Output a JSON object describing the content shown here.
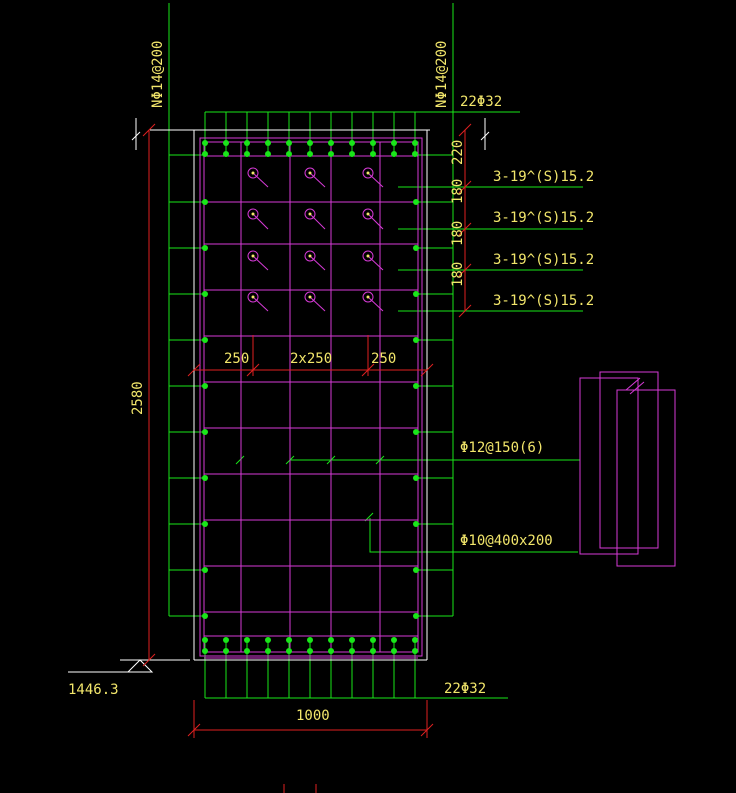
{
  "drawing": {
    "colors": {
      "background": "#000000",
      "concrete_outline": "#ffffff",
      "longitudinal_bar": "#19e619",
      "stirrup": "#d63ad6",
      "dimension_line": "#e02020",
      "text": "#f2e66b",
      "tendon": "#d63ad6"
    },
    "labels": {
      "side_bar_left": "NΦ14@200",
      "side_bar_right": "NΦ14@200",
      "top_bars": "22Φ32",
      "bottom_bars": "22Φ32",
      "tendon_rows": [
        "3-19^(S)15.2",
        "3-19^(S)15.2",
        "3-19^(S)15.2",
        "3-19^(S)15.2"
      ],
      "stirrup_spec": "Φ12@150(6)",
      "tie_spec": "Φ10@400x200",
      "elevation": "1446.3"
    },
    "dimensions": {
      "height": "2580",
      "width": "1000",
      "tendon_spacing": [
        "220",
        "180",
        "180",
        "180"
      ],
      "horizontal_spacing": [
        "250",
        "2x250",
        "250"
      ]
    }
  }
}
